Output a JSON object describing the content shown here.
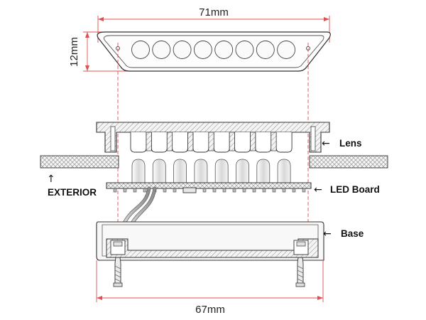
{
  "dimensions": {
    "top_width": "71mm",
    "height": "12mm",
    "bottom_width": "67mm"
  },
  "labels": {
    "lens": "Lens",
    "led_board": "LED Board",
    "base": "Base",
    "exterior": "EXTERIOR"
  },
  "arrows": {
    "left": "←",
    "up": "↑"
  },
  "colors": {
    "dimension_lines": "#e05050",
    "outline": "#333333",
    "hatch": "#888888",
    "part_fill": "#f2f2f2"
  },
  "led_count": 8
}
